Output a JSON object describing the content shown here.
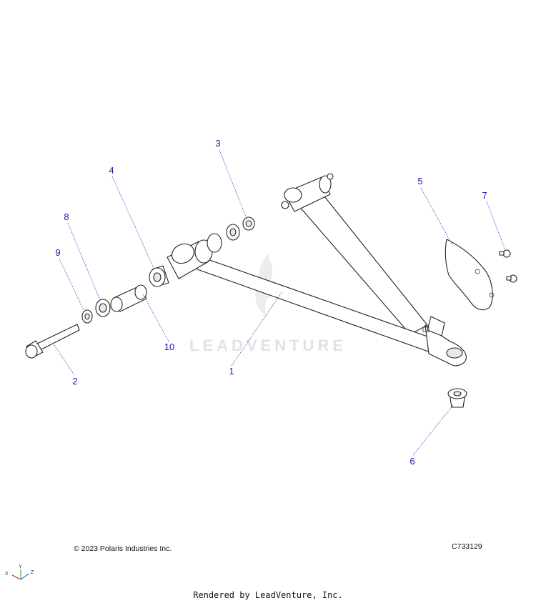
{
  "watermark": {
    "text": "LEADVENTURE"
  },
  "callouts": [
    {
      "id": "1",
      "label": "1"
    },
    {
      "id": "2",
      "label": "2"
    },
    {
      "id": "3",
      "label": "3"
    },
    {
      "id": "4",
      "label": "4"
    },
    {
      "id": "5",
      "label": "5"
    },
    {
      "id": "6",
      "label": "6"
    },
    {
      "id": "7",
      "label": "7"
    },
    {
      "id": "8",
      "label": "8"
    },
    {
      "id": "9",
      "label": "9"
    },
    {
      "id": "10",
      "label": "10"
    }
  ],
  "footer": {
    "copyright": "© 2023 Polaris Industries Inc.",
    "figure_code": "C733129",
    "rendered_by": "Rendered by LeadVenture, Inc."
  },
  "axis": {
    "x": "X",
    "y": "Y",
    "z": "Z"
  }
}
